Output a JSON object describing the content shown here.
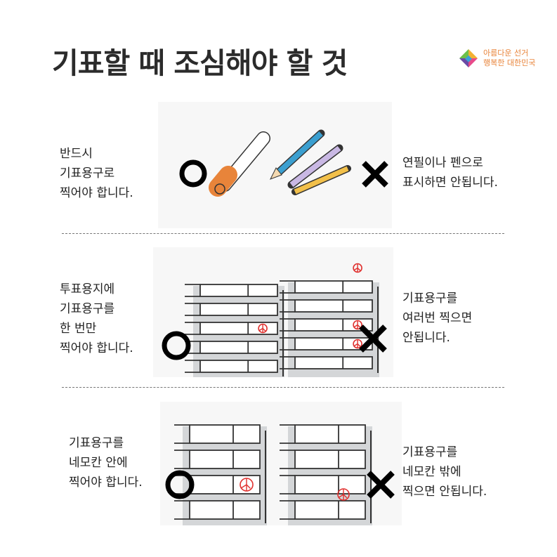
{
  "title": "기표할 때 조심해야 할 것",
  "logo": {
    "line1": "아름다운 선거",
    "line2": "행복한 대한민국"
  },
  "sections": [
    {
      "correct": [
        "반드시",
        "기표용구로",
        "찍어야 합니다."
      ],
      "wrong": [
        "연필이나 펜으로",
        "표시하면 안됩니다."
      ]
    },
    {
      "correct": [
        "투표용지에",
        "기표용구를",
        "한 번만",
        "찍어야 합니다."
      ],
      "wrong": [
        "기표용구를",
        "여러번 찍으면",
        "안됩니다."
      ]
    },
    {
      "correct": [
        "기표용구를",
        "네모칸 안에",
        "찍어야 합니다."
      ],
      "wrong": [
        "기표용구를",
        "네모칸 밖에",
        "찍으면 안됩니다."
      ]
    }
  ],
  "colors": {
    "stamp": "#e0312f",
    "panel": "#f7f7f7",
    "accent": "#e8843a"
  }
}
